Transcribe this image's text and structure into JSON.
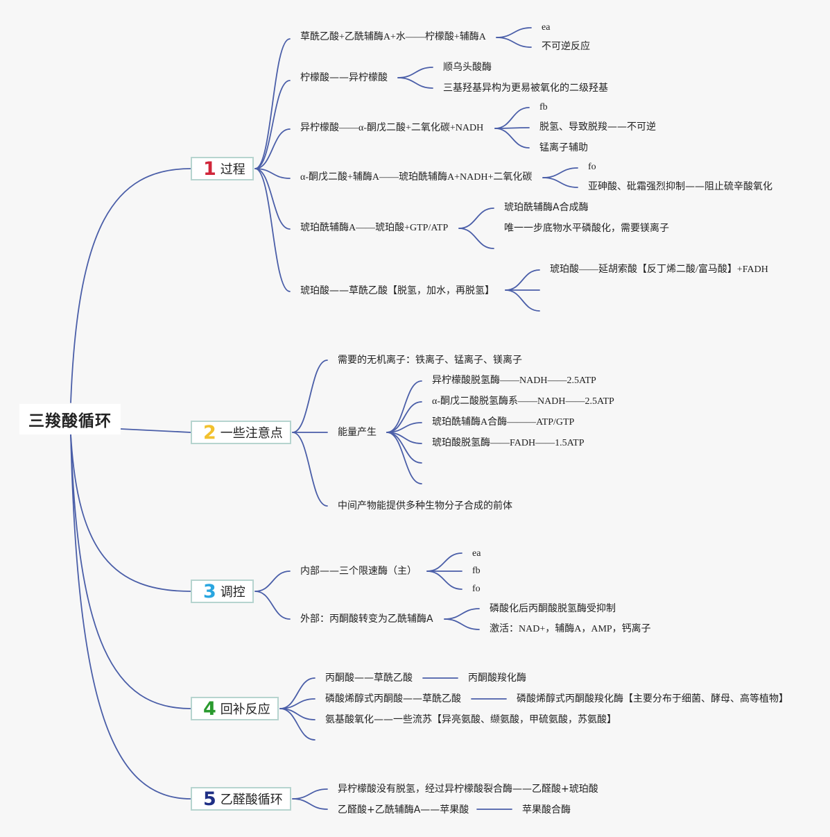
{
  "root": "三羧酸循环",
  "branches": [
    {
      "num": "1",
      "label": "过程",
      "color": "#d0263a"
    },
    {
      "num": "2",
      "label": "一些注意点",
      "color": "#f2c12e"
    },
    {
      "num": "3",
      "label": "调控",
      "color": "#2aa6e0"
    },
    {
      "num": "4",
      "label": "回补反应",
      "color": "#2a9a2e"
    },
    {
      "num": "5",
      "label": "乙醛酸循环",
      "color": "#1f2f85"
    }
  ],
  "process": {
    "steps": [
      {
        "text": "草酰乙酸+乙酰辅酶A+水——柠檬酸+辅酶A",
        "notes": [
          "ea",
          "不可逆反应"
        ]
      },
      {
        "text": "柠檬酸——异柠檬酸",
        "notes": [
          "顺乌头酸酶",
          "三基羟基异构为更易被氧化的二级羟基"
        ]
      },
      {
        "text": "异柠檬酸——α-酮戊二酸+二氧化碳+NADH",
        "notes": [
          "fb",
          "脱氢、导致脱羧——不可逆",
          "锰离子辅助"
        ]
      },
      {
        "text": "α-酮戊二酸+辅酶A——琥珀酰辅酶A+NADH+二氧化碳",
        "notes": [
          "fo",
          "亚砷酸、砒霜强烈抑制——阻止硫辛酸氧化"
        ]
      },
      {
        "text": "琥珀酰辅酶A——琥珀酸+GTP/ATP",
        "notes": [
          "琥珀酰辅酶A合成酶",
          "唯一一步底物水平磷酸化，需要镁离子"
        ]
      },
      {
        "text": "琥珀酸——草酰乙酸【脱氢，加水，再脱氢】",
        "notes": [
          "琥珀酸——延胡索酸【反丁烯二酸/富马酸】+FADH"
        ]
      }
    ]
  },
  "notes": {
    "ions": "需要的无机离子：铁离子、锰离子、镁离子",
    "energy_label": "能量产生",
    "energy_items": [
      "异柠檬酸脱氢酶——NADH——2.5ATP",
      "α-酮戊二酸脱氢酶系——NADH——2.5ATP",
      "琥珀酰辅酶A合酶———ATP/GTP",
      "琥珀酸脱氢酶——FADH——1.5ATP"
    ],
    "precursor": "中间产物能提供多种生物分子合成的前体"
  },
  "regulation": {
    "internal": "内部——三个限速酶（主）",
    "internal_items": [
      "ea",
      "fb",
      "fo"
    ],
    "external": "外部：丙酮酸转变为乙酰辅酶A",
    "external_items": [
      "磷酸化后丙酮酸脱氢酶受抑制",
      "激活：NAD+，辅酶A，AMP，钙离子"
    ]
  },
  "anaplerotic": {
    "r1": "丙酮酸——草酰乙酸",
    "r1_enzyme": "丙酮酸羧化酶",
    "r2": "磷酸烯醇式丙酮酸——草酰乙酸",
    "r2_enzyme": "磷酸烯醇式丙酮酸羧化酶【主要分布于细菌、酵母、高等植物】",
    "r3": "氨基酸氧化——一些流苏【异亮氨酸、缬氨酸，甲硫氨酸，苏氨酸】"
  },
  "glyoxylate": {
    "r1": "异柠檬酸没有脱氢，经过异柠檬酸裂合酶——乙醛酸+琥珀酸",
    "r2": "乙醛酸+乙酰辅酶A——苹果酸",
    "r2_enzyme": "苹果酸合酶"
  },
  "colors": {
    "line": "#4a5ea8",
    "border": "#b6d4cf"
  }
}
